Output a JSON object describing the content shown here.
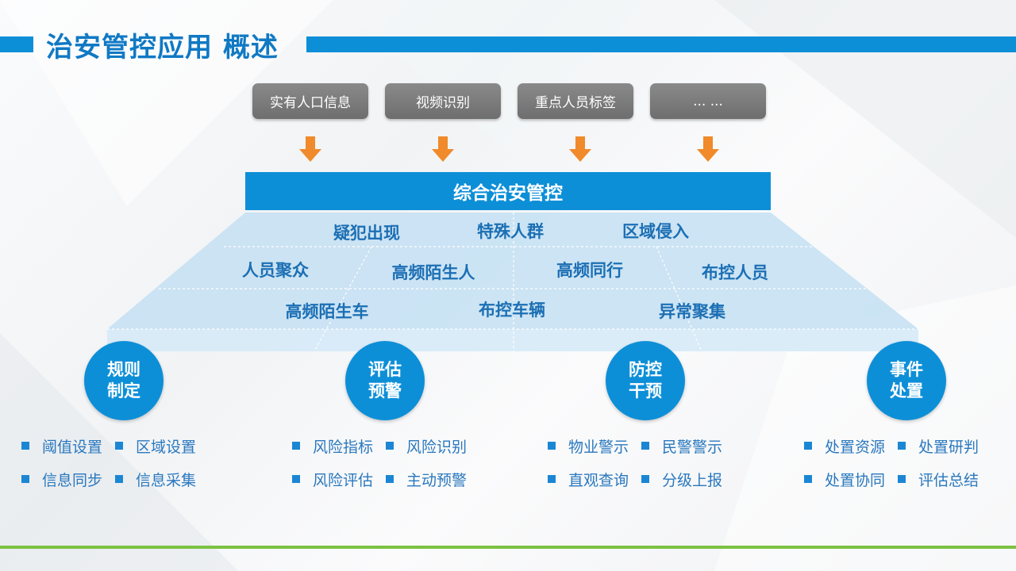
{
  "header": {
    "title": "治安管控应用 概述"
  },
  "sources": [
    {
      "label": "实有人口信息"
    },
    {
      "label": "视频识别"
    },
    {
      "label": "重点人员标签"
    },
    {
      "label": "... ..."
    }
  ],
  "main": {
    "label": "综合治安管控"
  },
  "scenarios": {
    "row1": [
      "疑犯出现",
      "特殊人群",
      "区域侵入"
    ],
    "row2": [
      "人员聚众",
      "高频陌生人",
      "高频同行",
      "布控人员"
    ],
    "row3": [
      "高频陌生车",
      "布控车辆",
      "异常聚集"
    ]
  },
  "modules": [
    {
      "line1": "规则",
      "line2": "制定",
      "items": [
        [
          "阈值设置",
          "区域设置"
        ],
        [
          "信息同步",
          "信息采集"
        ]
      ]
    },
    {
      "line1": "评估",
      "line2": "预警",
      "items": [
        [
          "风险指标",
          "风险识别"
        ],
        [
          "风险评估",
          "主动预警"
        ]
      ]
    },
    {
      "line1": "防控",
      "line2": "干预",
      "items": [
        [
          "物业警示",
          "民警警示"
        ],
        [
          "直观查询",
          "分级上报"
        ]
      ]
    },
    {
      "line1": "事件",
      "line2": "处置",
      "items": [
        [
          "处置资源",
          "处置研判"
        ],
        [
          "处置协同",
          "评估总结"
        ]
      ]
    }
  ],
  "colors": {
    "primary": "#0d8fd8",
    "label": "#1c6fb4",
    "source_box": "#7a7a7a",
    "arrow": "#f08a2a",
    "footer": "#7cc242"
  }
}
